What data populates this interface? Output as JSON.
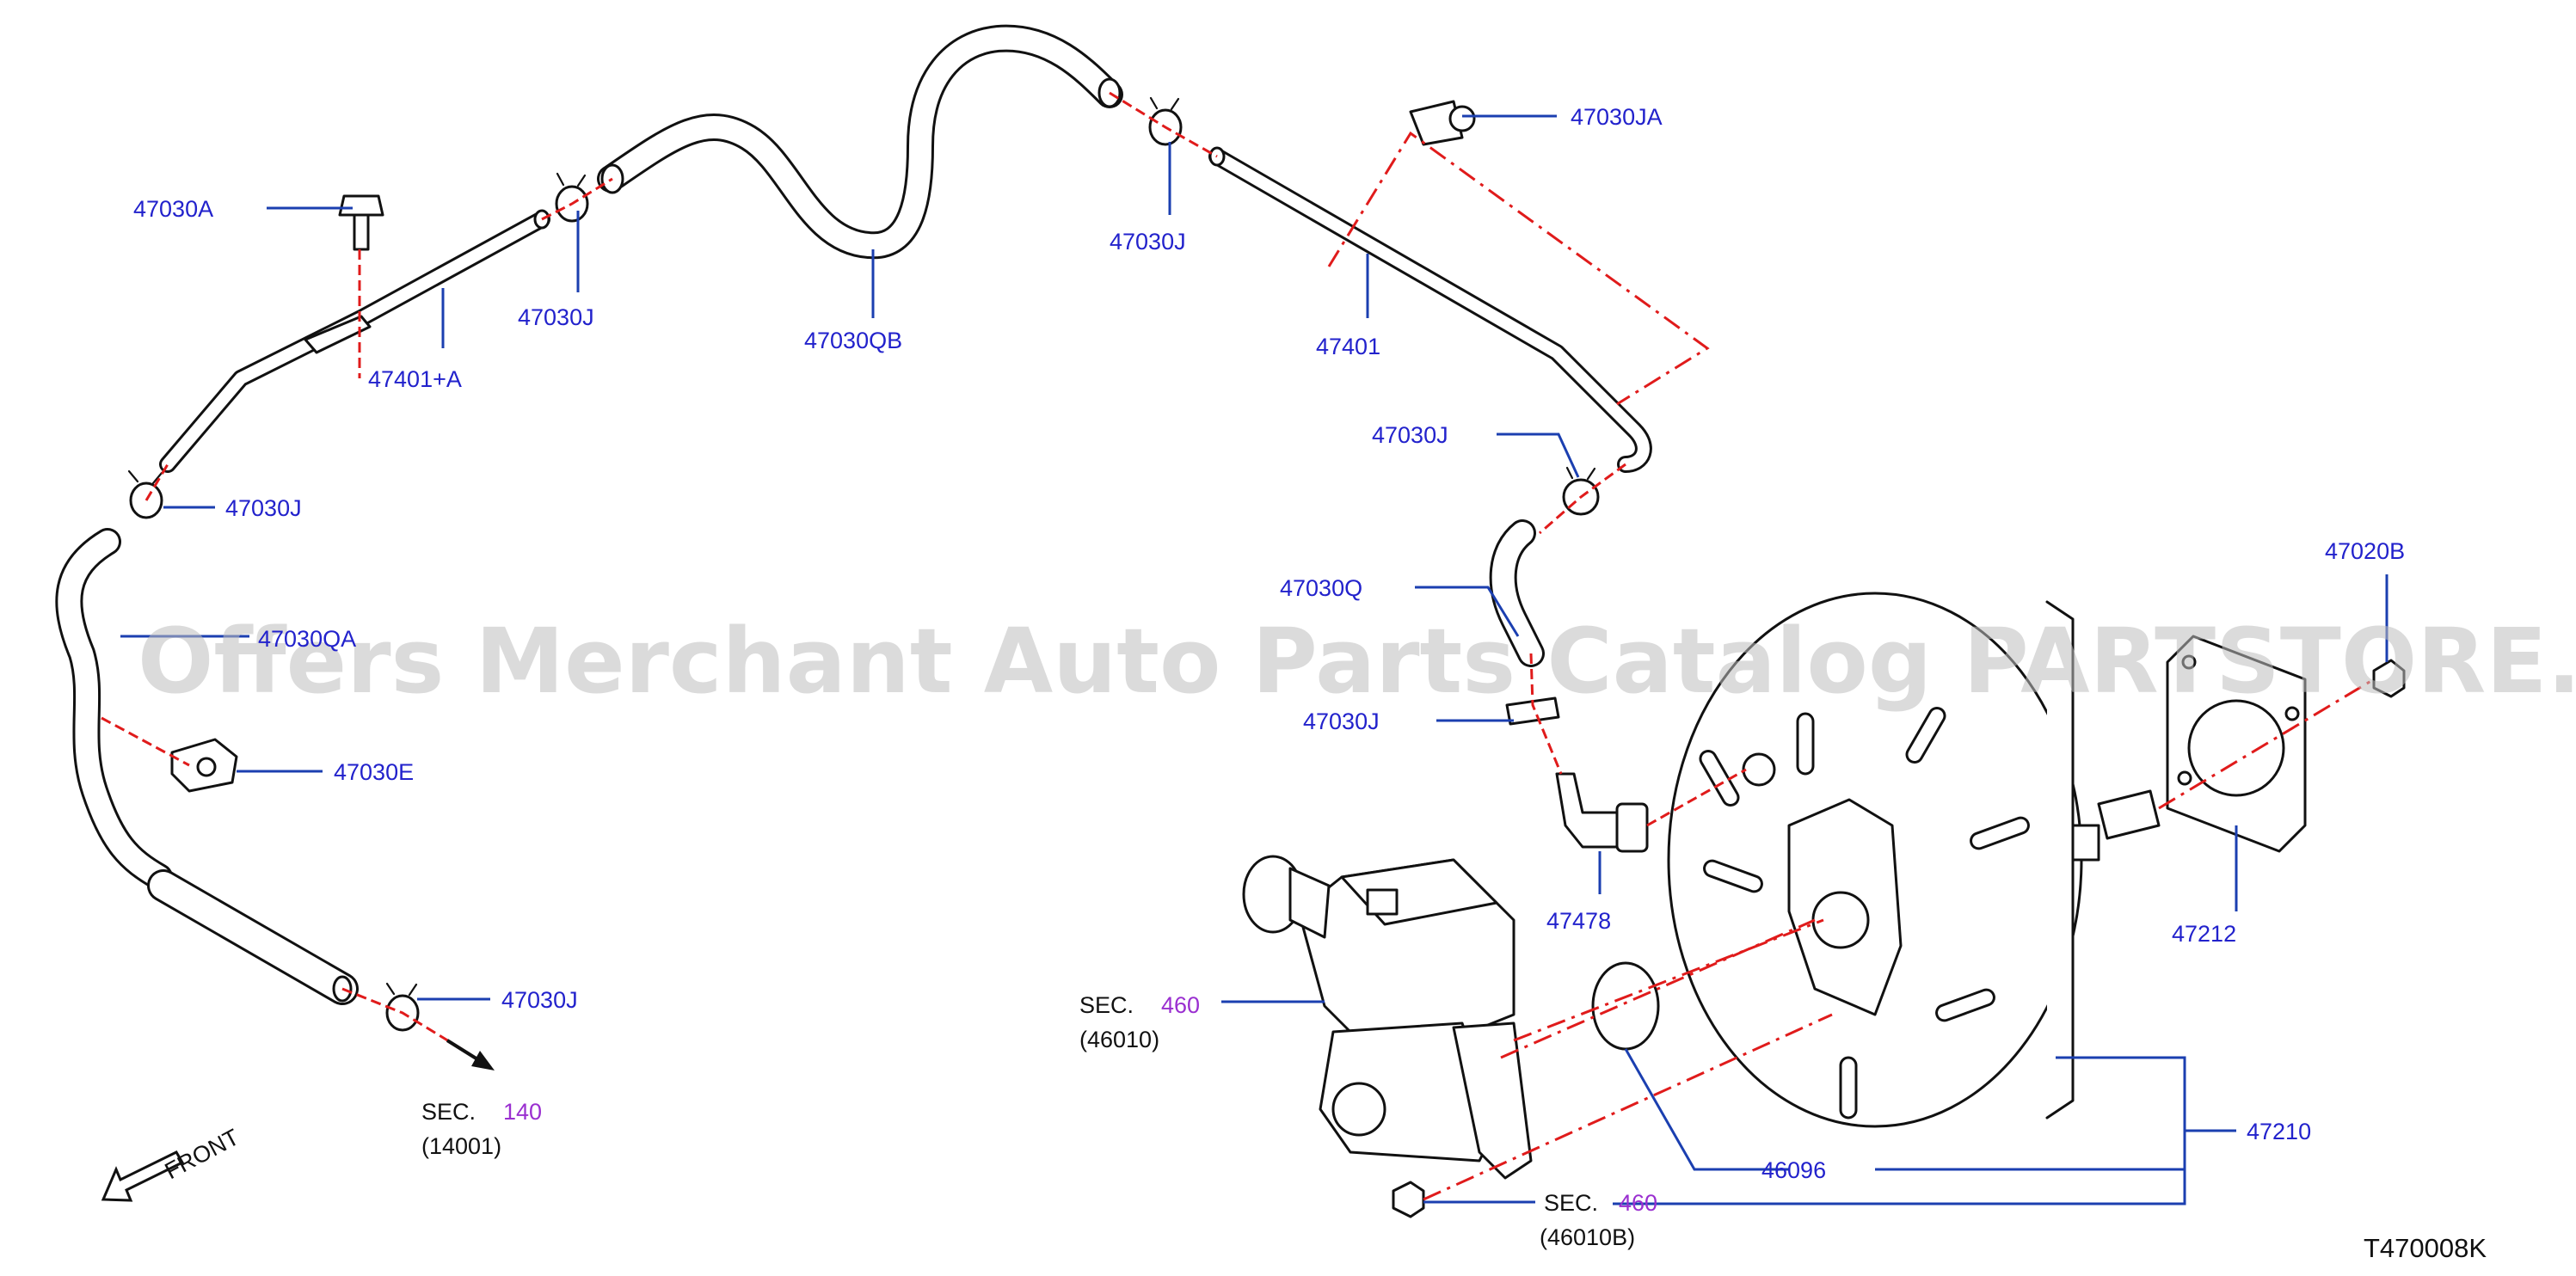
{
  "labels": {
    "p47030A": "47030A",
    "p47030J_1": "47030J",
    "p47030QB": "47030QB",
    "p47030J_2": "47030J",
    "p47030JA": "47030JA",
    "p47401A": "47401+A",
    "p47401": "47401",
    "p47030J_3": "47030J",
    "p47030J_4": "47030J",
    "p47030QA": "47030QA",
    "p47030E": "47030E",
    "p47030Q": "47030Q",
    "p47030J_5": "47030J",
    "p47478": "47478",
    "p47020B": "47020B",
    "p47212": "47212",
    "p47030J_6": "47030J",
    "p47210": "47210",
    "p46096": "46096"
  },
  "sections": {
    "sec_prefix": "SEC.",
    "sec140_num": "140",
    "sec140_sub": "(14001)",
    "sec460a_num": "460",
    "sec460a_sub": "(46010)",
    "sec460b_num": "460",
    "sec460b_sub": "(46010B)"
  },
  "front_label": "FRONT",
  "diagram_code": "T470008K",
  "watermark": "Offers Merchant Auto Parts Catalog PARTSTORE.SA",
  "colors": {
    "label": "#2222cc",
    "section_number": "#9a2fd0",
    "leader": "#1b3fb0",
    "centerline": "#e01b1b"
  }
}
